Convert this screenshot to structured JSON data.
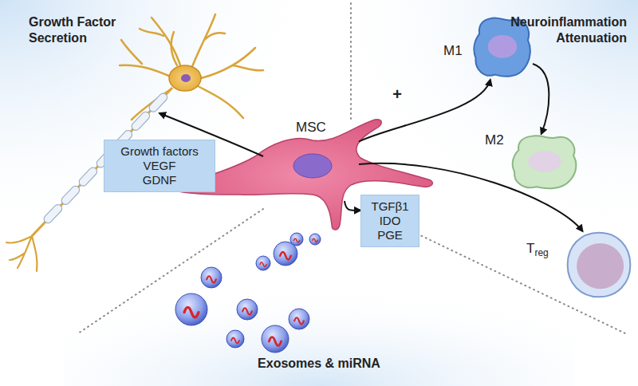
{
  "diagram": {
    "nodes": [
      {
        "text": [
          "M1"
        ]
      },
      {
        "text": [
          "Growth factors",
          "VEGF",
          "GDNF"
        ]
      },
      {
        "text": [
          "MSC"
        ]
      },
      {
        "text": [
          "M2"
        ]
      },
      {
        "text": [
          "TGFβ1",
          "IDO",
          "PGE"
        ]
      },
      {
        "text": [
          "Treg"
        ]
      }
    ],
    "edges": [
      {
        "from": 2,
        "to": 0,
        "arrow": "to",
        "label": "+"
      },
      {
        "from": 0,
        "to": 3,
        "arrow": "to"
      },
      {
        "from": 2,
        "to": 5,
        "arrow": "to"
      },
      {
        "from": 2,
        "to": 4,
        "arrow": "to"
      }
    ],
    "labels": [
      "Growth Factor Secretion",
      "Neuroinflammation Attenuation",
      "Exosomes & miRNA"
    ]
  }
}
